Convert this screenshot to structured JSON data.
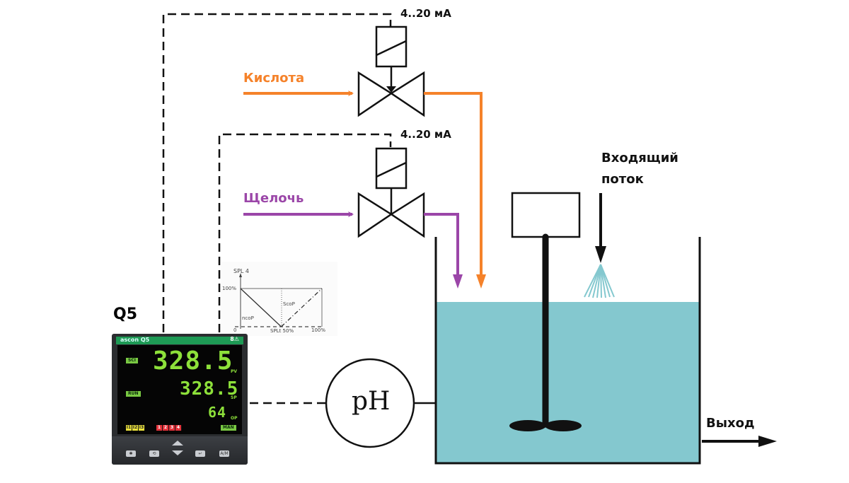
{
  "title": "Схема управления pH с контроллером Q5",
  "colors": {
    "acid": "#f5822a",
    "base": "#9b46a8",
    "water": "#84c8cf",
    "signal": "#111111",
    "display_green": "#8de03a"
  },
  "labels": {
    "acid": "Кислота",
    "base": "Щелочь",
    "signal_top": "4..20 мА",
    "signal_bottom": "4..20 мА",
    "inflow_line1": "Входящий",
    "inflow_line2": "поток",
    "outlet": "Выход",
    "controller_name": "Q5",
    "sensor": "pH"
  },
  "controller": {
    "brand": "ascon Q5",
    "brand_right": "8⚠",
    "pv_value": "328.5",
    "pv_unit": "PV",
    "sp_value": "328.5",
    "sp_unit": "SP",
    "op_value": "64",
    "op_unit": "OP",
    "tags": {
      "sci": "SCI",
      "run": "RUN",
      "man": "MAN"
    },
    "inputs": [
      "I1",
      "I2",
      "I3"
    ],
    "outputs": [
      "1",
      "2",
      "3",
      "4"
    ],
    "keys": {
      "star": "✱",
      "loop": "⟲",
      "enter": "↵",
      "am": "A/M"
    }
  },
  "split_range_chart": {
    "title": "SPL 4",
    "y_top": "100%",
    "origin": "0",
    "x_mid": "SPLt 50%",
    "x_end": "100%",
    "left_curve": "ncoP",
    "right_curve": "ScoP"
  },
  "chart_data": {
    "type": "line",
    "title": "SPL 4",
    "xlabel": "",
    "ylabel": "",
    "xlim": [
      0,
      100
    ],
    "ylim": [
      0,
      100
    ],
    "x_tick_labels": [
      "0",
      "SPLt 50%",
      "100%"
    ],
    "y_tick_labels": [
      "100%"
    ],
    "series": [
      {
        "name": "ncoP",
        "x": [
          0,
          50
        ],
        "y": [
          100,
          0
        ],
        "style": "solid"
      },
      {
        "name": "ScoP",
        "x": [
          50,
          100
        ],
        "y": [
          0,
          100
        ],
        "style": "dash-dot"
      }
    ]
  }
}
